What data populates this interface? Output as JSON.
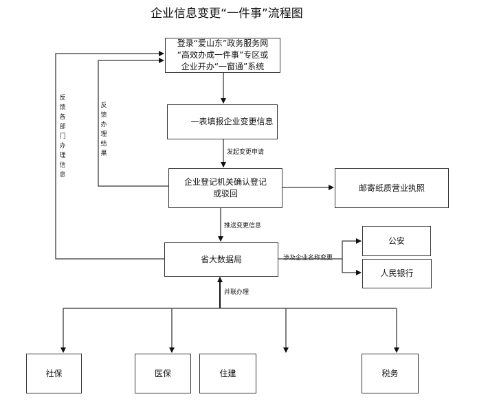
{
  "title": "企业信息变更“一件事”流程图",
  "nodes": {
    "entry": [
      "登录“爱山东”政务服务网",
      "“高效办成一件事”专区或",
      "企业开办“一窗通”系统"
    ],
    "fill_form": "一表填报企业变更信息",
    "registration": [
      "企业登记机关确认登记",
      "或驳回"
    ],
    "mail_license": "邮寄纸质营业执照",
    "big_data": "省大数据局",
    "police": "公安",
    "pboc": "人民银行",
    "social_security": "社保",
    "medical_insurance": "医保",
    "housing": "住建",
    "tax": "税务"
  },
  "edges": {
    "initiate_change": "发起变更申请",
    "push_change": "推送变更信息",
    "name_change": "涉及企业名称变更",
    "parallel": "并联办理",
    "feedback_result": "反馈办理结果",
    "feedback_departments": "反馈各部门办理信息"
  },
  "colors": {
    "line": "#555555",
    "border": "#333333",
    "text": "#111111"
  }
}
